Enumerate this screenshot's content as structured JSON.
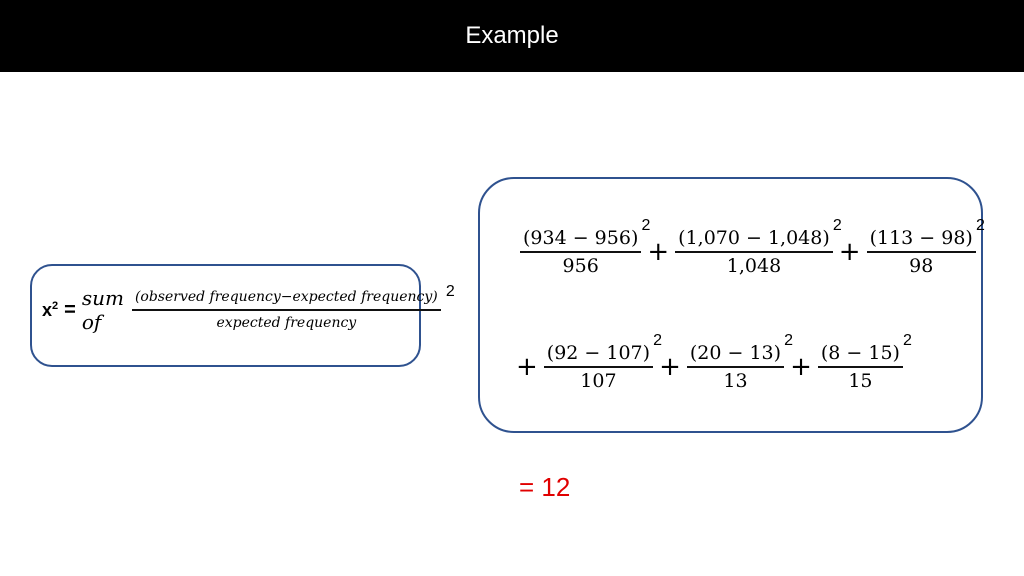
{
  "slide": {
    "title": "Example",
    "result": "= 12"
  },
  "formula": {
    "chi": "x",
    "chi_exp": "2",
    "equals": "=",
    "sum_of": "sum of",
    "numerator": "(observed frequency−expected frequency)",
    "exponent": "2",
    "denominator": "expected frequency"
  },
  "terms": [
    {
      "numerator": "(934 − 956)",
      "denominator": "956",
      "exponent": "2"
    },
    {
      "numerator": "(1,070 − 1,048)",
      "denominator": "1,048",
      "exponent": "2"
    },
    {
      "numerator": "(113 − 98)",
      "denominator": "98",
      "exponent": "2"
    },
    {
      "numerator": "(92 − 107)",
      "denominator": "107",
      "exponent": "2"
    },
    {
      "numerator": "(20 − 13)",
      "denominator": "13",
      "exponent": "2"
    },
    {
      "numerator": "(8 − 15)",
      "denominator": "15",
      "exponent": "2"
    }
  ],
  "operators": {
    "plus": "+"
  },
  "colors": {
    "header_bg": "#000000",
    "box_border": "#2f528f",
    "result": "#e00000"
  }
}
